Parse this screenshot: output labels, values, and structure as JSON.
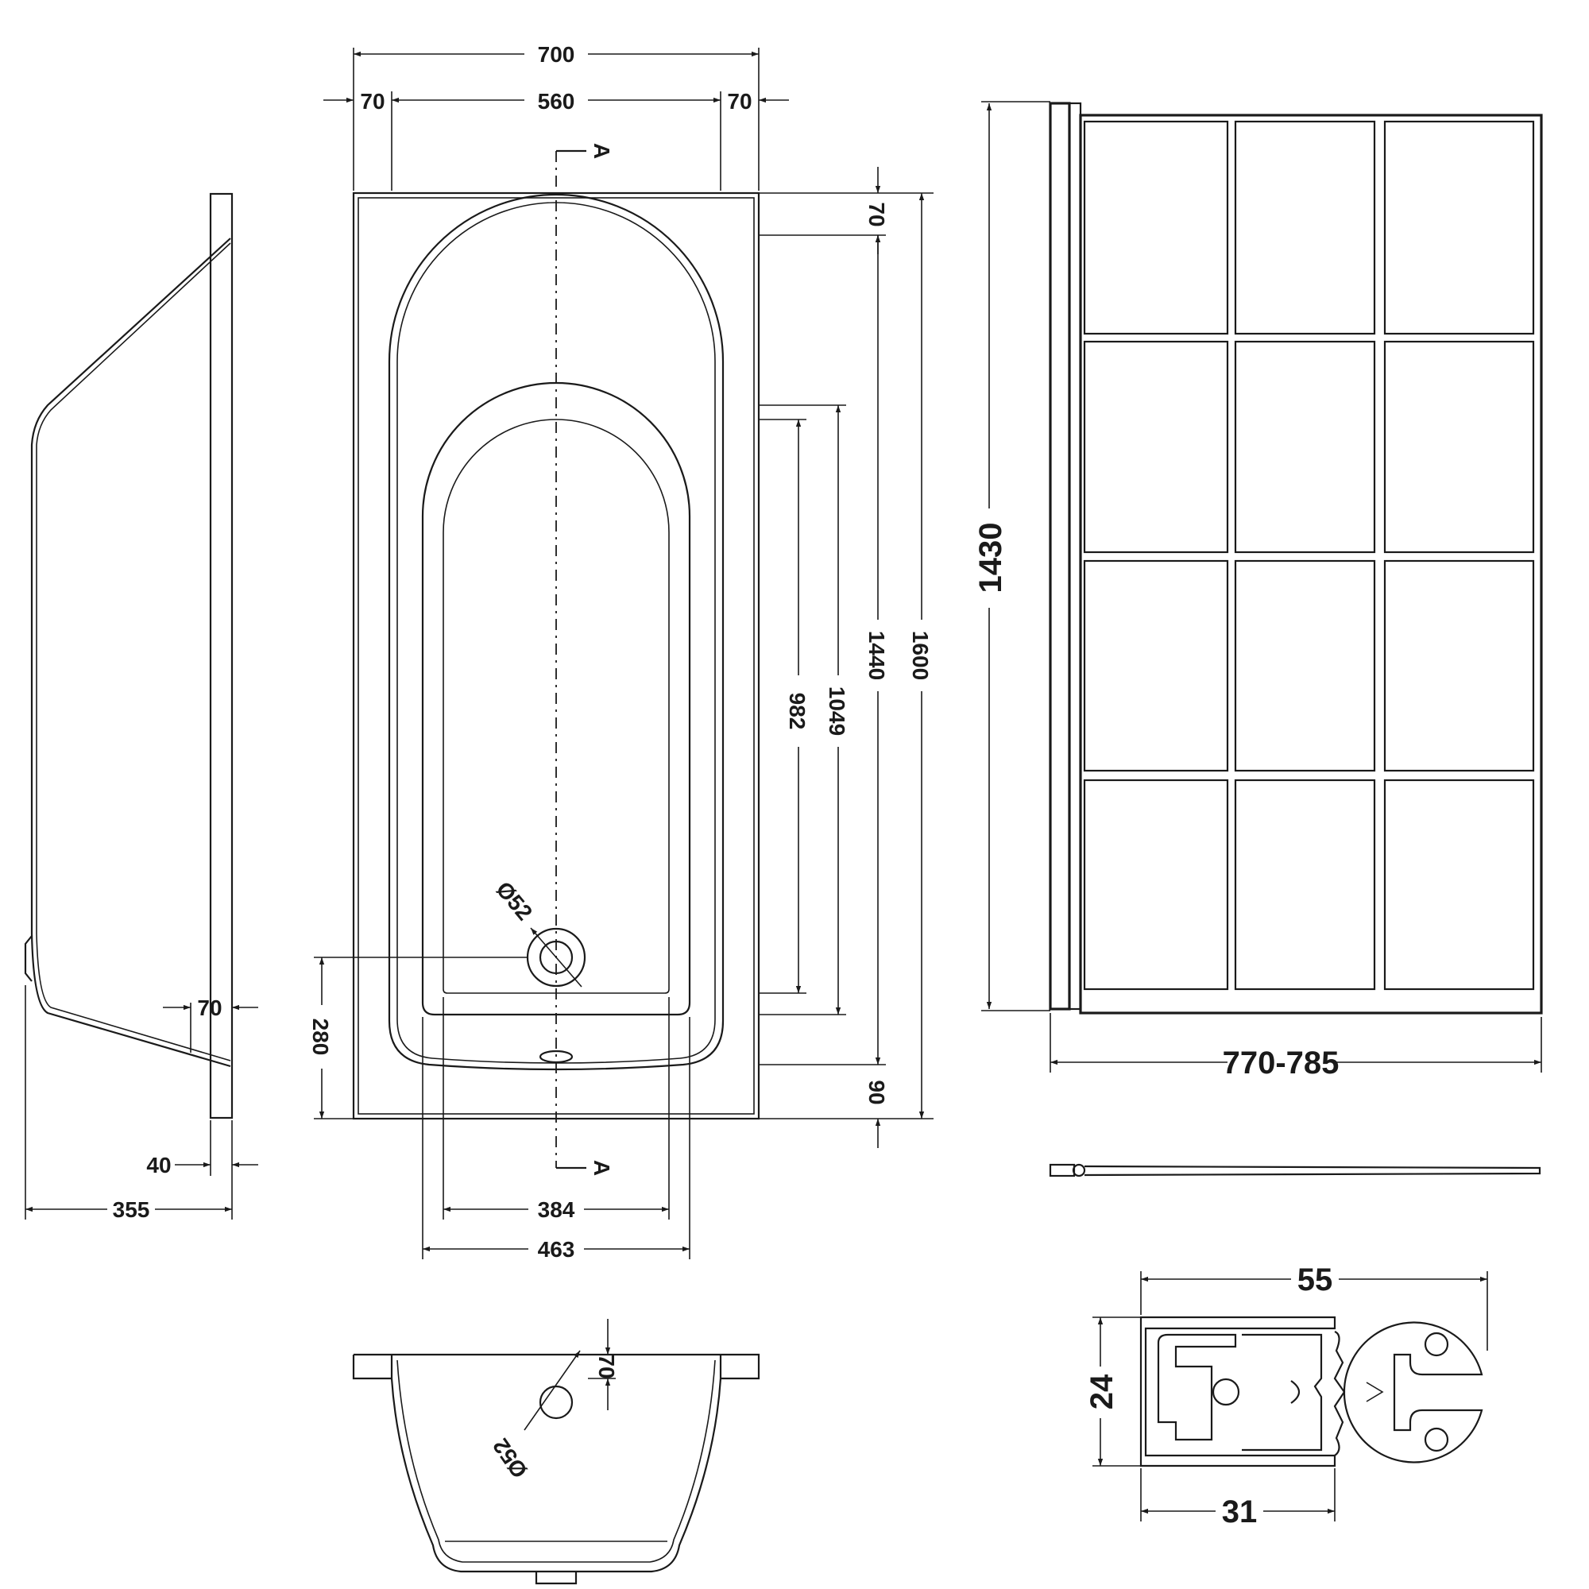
{
  "dimensions": {
    "overall_width": "700",
    "flange_left": "70",
    "inner_width": "560",
    "flange_right": "70",
    "flange_top": "70",
    "inner_length": "1440",
    "overall_length": "1600",
    "base_length": "1049",
    "floor_length": "982",
    "flange_bottom": "90",
    "waste_offset": "280",
    "waste_diameter": "Ø52",
    "floor_width": "384",
    "base_width": "463",
    "side_depth": "355",
    "side_rim": "40",
    "side_step": "70",
    "end_rim": "70",
    "end_waste_diameter": "Ø52",
    "screen_height": "1430",
    "screen_width": "770-785",
    "profile_width": "55",
    "profile_depth": "24",
    "profile_base": "31"
  },
  "section_marks": {
    "top": "A",
    "bottom": "A"
  }
}
